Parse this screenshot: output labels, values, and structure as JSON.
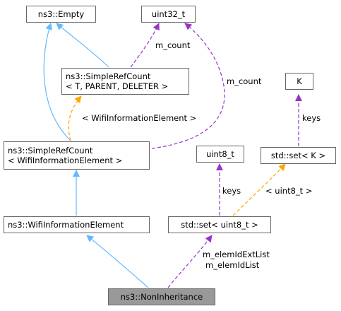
{
  "nodes": {
    "empty": {
      "label": "ns3::Empty"
    },
    "uint32": {
      "label": "uint32_t"
    },
    "simplerefcount_tmpl": {
      "line1": "ns3::SimpleRefCount",
      "line2": "< T, PARENT, DELETER >"
    },
    "k": {
      "label": "K"
    },
    "simplerefcount_wie": {
      "line1": "ns3::SimpleRefCount",
      "line2": "< WifiInformationElement >"
    },
    "uint8": {
      "label": "uint8_t"
    },
    "stdset_k": {
      "label": "std::set< K >"
    },
    "wifi_ie": {
      "label": "ns3::WifiInformationElement"
    },
    "stdset_uint8": {
      "label": "std::set< uint8_t >"
    },
    "non_inheritance": {
      "label": "ns3::NonInheritance"
    }
  },
  "edge_labels": {
    "m_count_top": "m_count",
    "m_count_right": "m_count",
    "template_arg": "< WifiInformationElement >",
    "keys_k": "keys",
    "keys_uint8": "keys",
    "set_template_arg": "< uint8_t >",
    "member_ext": "m_elemIdExtList",
    "member_list": "m_elemIdList"
  },
  "colors": {
    "inheritance": "#63b8ff",
    "usage": "#9a32cd",
    "template": "#ffa500",
    "node_border": "#666666",
    "focus_fill": "#999999"
  }
}
